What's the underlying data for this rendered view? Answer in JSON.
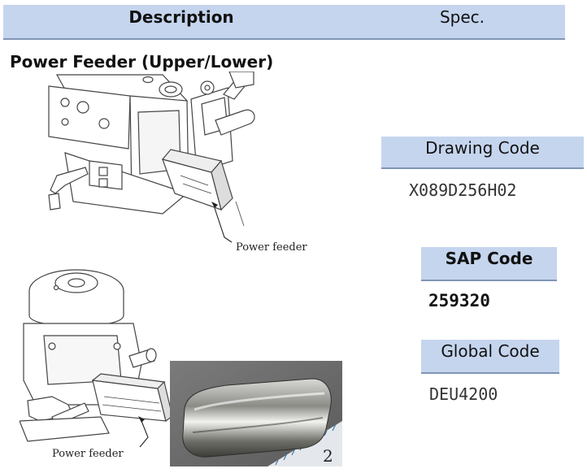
{
  "header": {
    "description": "Description",
    "spec": "Spec."
  },
  "title": "Power Feeder (Upper/Lower)",
  "figures": {
    "upper_callout": "Power feeder",
    "lower_callout": "Power feeder"
  },
  "specs": {
    "drawing": {
      "label": "Drawing Code",
      "value": "X089D256H02"
    },
    "sap": {
      "label": "SAP Code",
      "value": "259320"
    },
    "global": {
      "label": "Global Code",
      "value": "DEU4200"
    }
  },
  "colors": {
    "header_bg": "#c5d5ee",
    "header_line": "#7f95b5"
  }
}
